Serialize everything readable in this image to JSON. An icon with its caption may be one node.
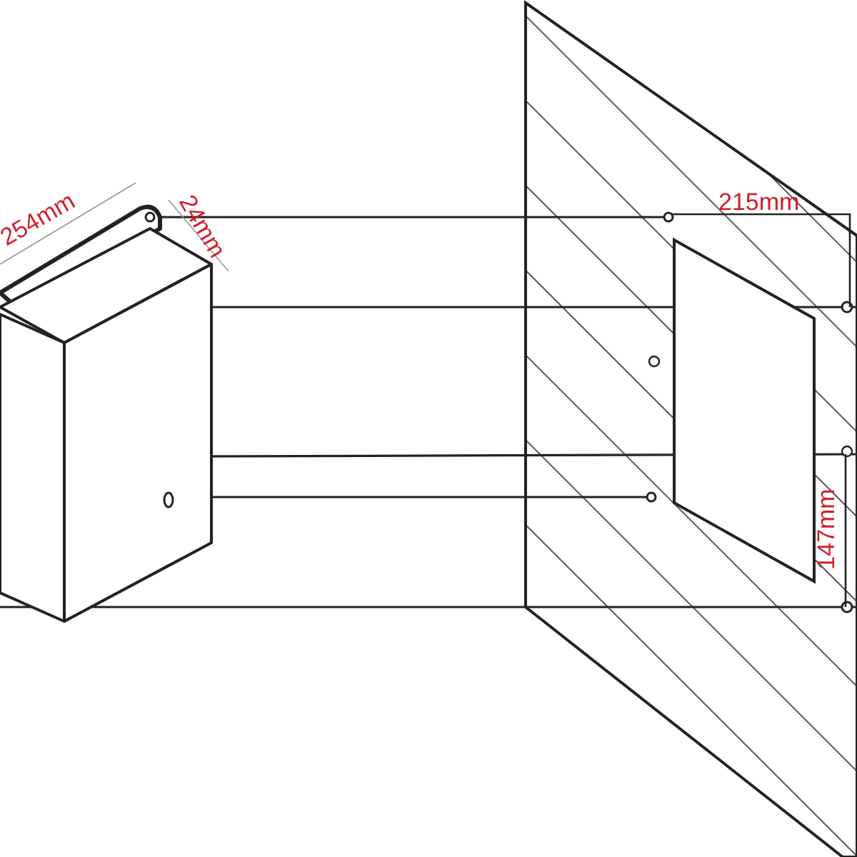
{
  "diagram": {
    "labels": [
      "254mm",
      "24mm",
      "215mm",
      "147mm"
    ]
  }
}
